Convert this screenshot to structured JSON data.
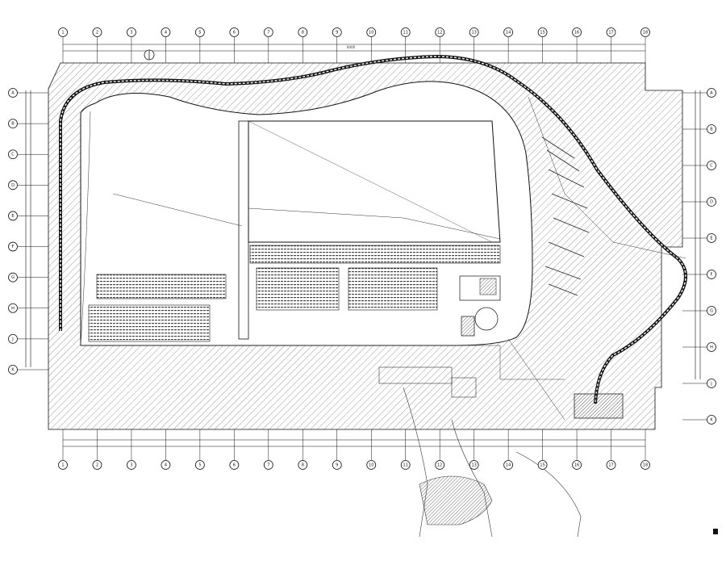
{
  "drawing": {
    "type": "site-plan",
    "top_axes": [
      "1",
      "2",
      "3",
      "4",
      "5",
      "6",
      "7",
      "8",
      "9",
      "10",
      "11",
      "12",
      "13",
      "14",
      "15",
      "16",
      "17",
      "18"
    ],
    "bottom_axes": [
      "1",
      "2",
      "3",
      "4",
      "5",
      "6",
      "7",
      "8",
      "9",
      "10",
      "11",
      "12",
      "13",
      "14",
      "15",
      "16",
      "17",
      "18"
    ],
    "left_axes": [
      "A",
      "B",
      "C",
      "D",
      "E",
      "F",
      "G",
      "H",
      "J",
      "K"
    ],
    "right_axes": [
      "A",
      "B",
      "C",
      "D",
      "E",
      "F",
      "G",
      "H",
      "J",
      "K"
    ],
    "dimension_label": "8400",
    "colors": {
      "line": "#111111",
      "hatch": "#555555",
      "background": "#ffffff"
    }
  }
}
